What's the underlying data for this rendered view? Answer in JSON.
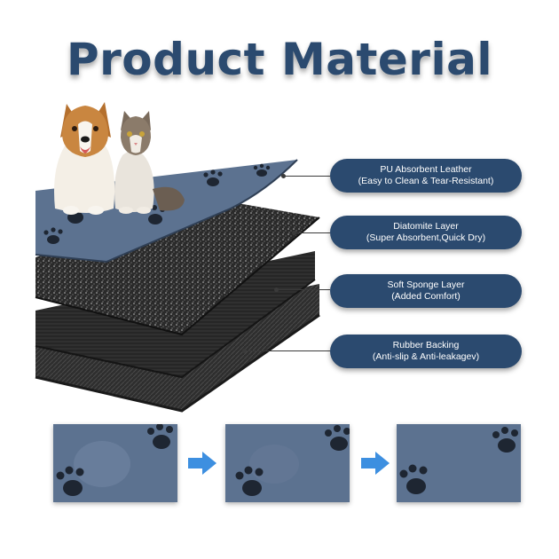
{
  "title": "Product Material",
  "layers": [
    {
      "line1": "PU Absorbent Leather",
      "line2": "(Easy to Clean & Tear-Resistant)"
    },
    {
      "line1": "Diatomite Layer",
      "line2": "(Super Absorbent,Quick Dry)"
    },
    {
      "line1": "Soft Sponge Layer",
      "line2": "(Added Comfort)"
    },
    {
      "line1": "Rubber Backing",
      "line2": "(Anti-slip & Anti-leakagev)"
    }
  ],
  "colors": {
    "brand_navy": "#2b4a6f",
    "mat_blue": "#5c7290",
    "paw_dark": "#1e2632",
    "arrow_blue": "#3d8fe0"
  },
  "icons": [
    "paw-print-icon",
    "arrow-right-icon"
  ]
}
